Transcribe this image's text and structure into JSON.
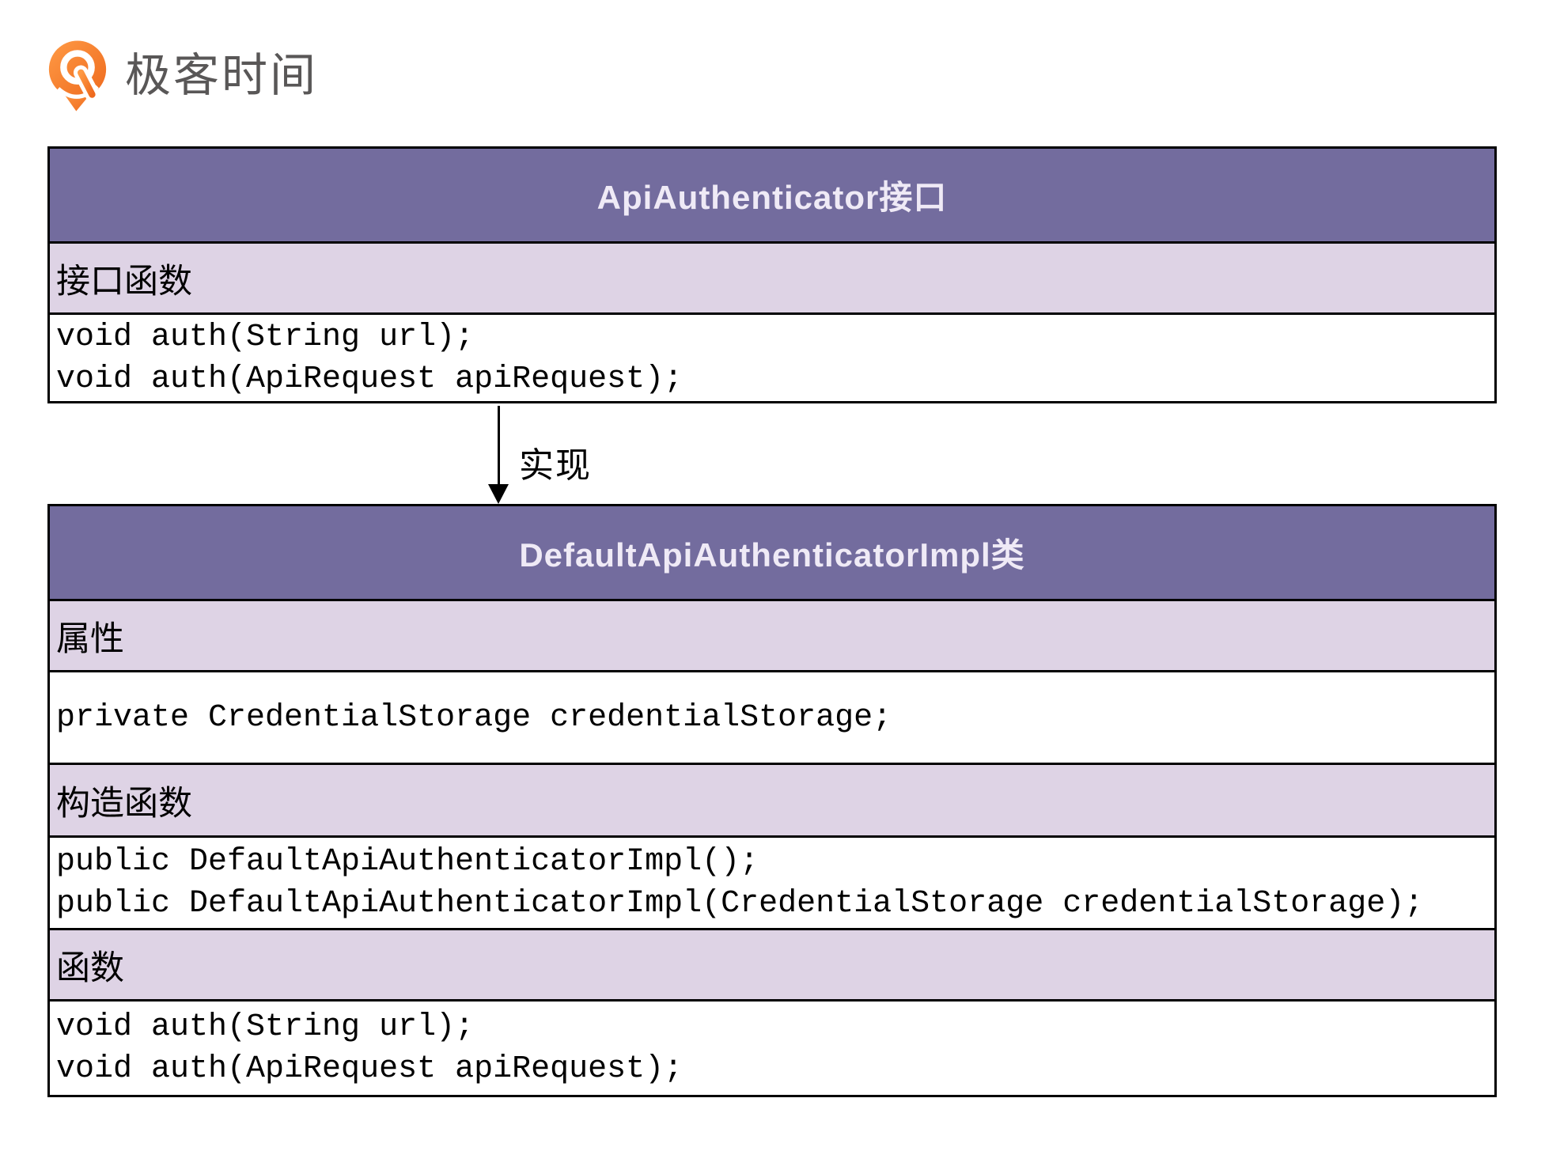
{
  "logo": {
    "text": "极客时间",
    "icon": "geektime-pin-icon",
    "icon_color": "#F3701F",
    "text_color": "#595757"
  },
  "colors": {
    "title_bg": "#736C9E",
    "title_text": "#EFEAF6",
    "section_bg": "#DED3E5",
    "code_bg": "#FFFFFF",
    "border": "#000000"
  },
  "interface_table": {
    "title": "ApiAuthenticator接口",
    "section_label": "接口函数",
    "code_lines": [
      "void auth(String url);",
      "void auth(ApiRequest apiRequest);"
    ]
  },
  "relation": {
    "label": "实现"
  },
  "impl_table": {
    "title": "DefaultApiAuthenticatorImpl类",
    "attributes_label": "属性",
    "attributes_code": [
      "private CredentialStorage credentialStorage;"
    ],
    "constructors_label": "构造函数",
    "constructors_code": [
      "public DefaultApiAuthenticatorImpl();",
      "public DefaultApiAuthenticatorImpl(CredentialStorage credentialStorage);"
    ],
    "functions_label": "函数",
    "functions_code": [
      "void auth(String url);",
      "void auth(ApiRequest apiRequest);"
    ]
  }
}
